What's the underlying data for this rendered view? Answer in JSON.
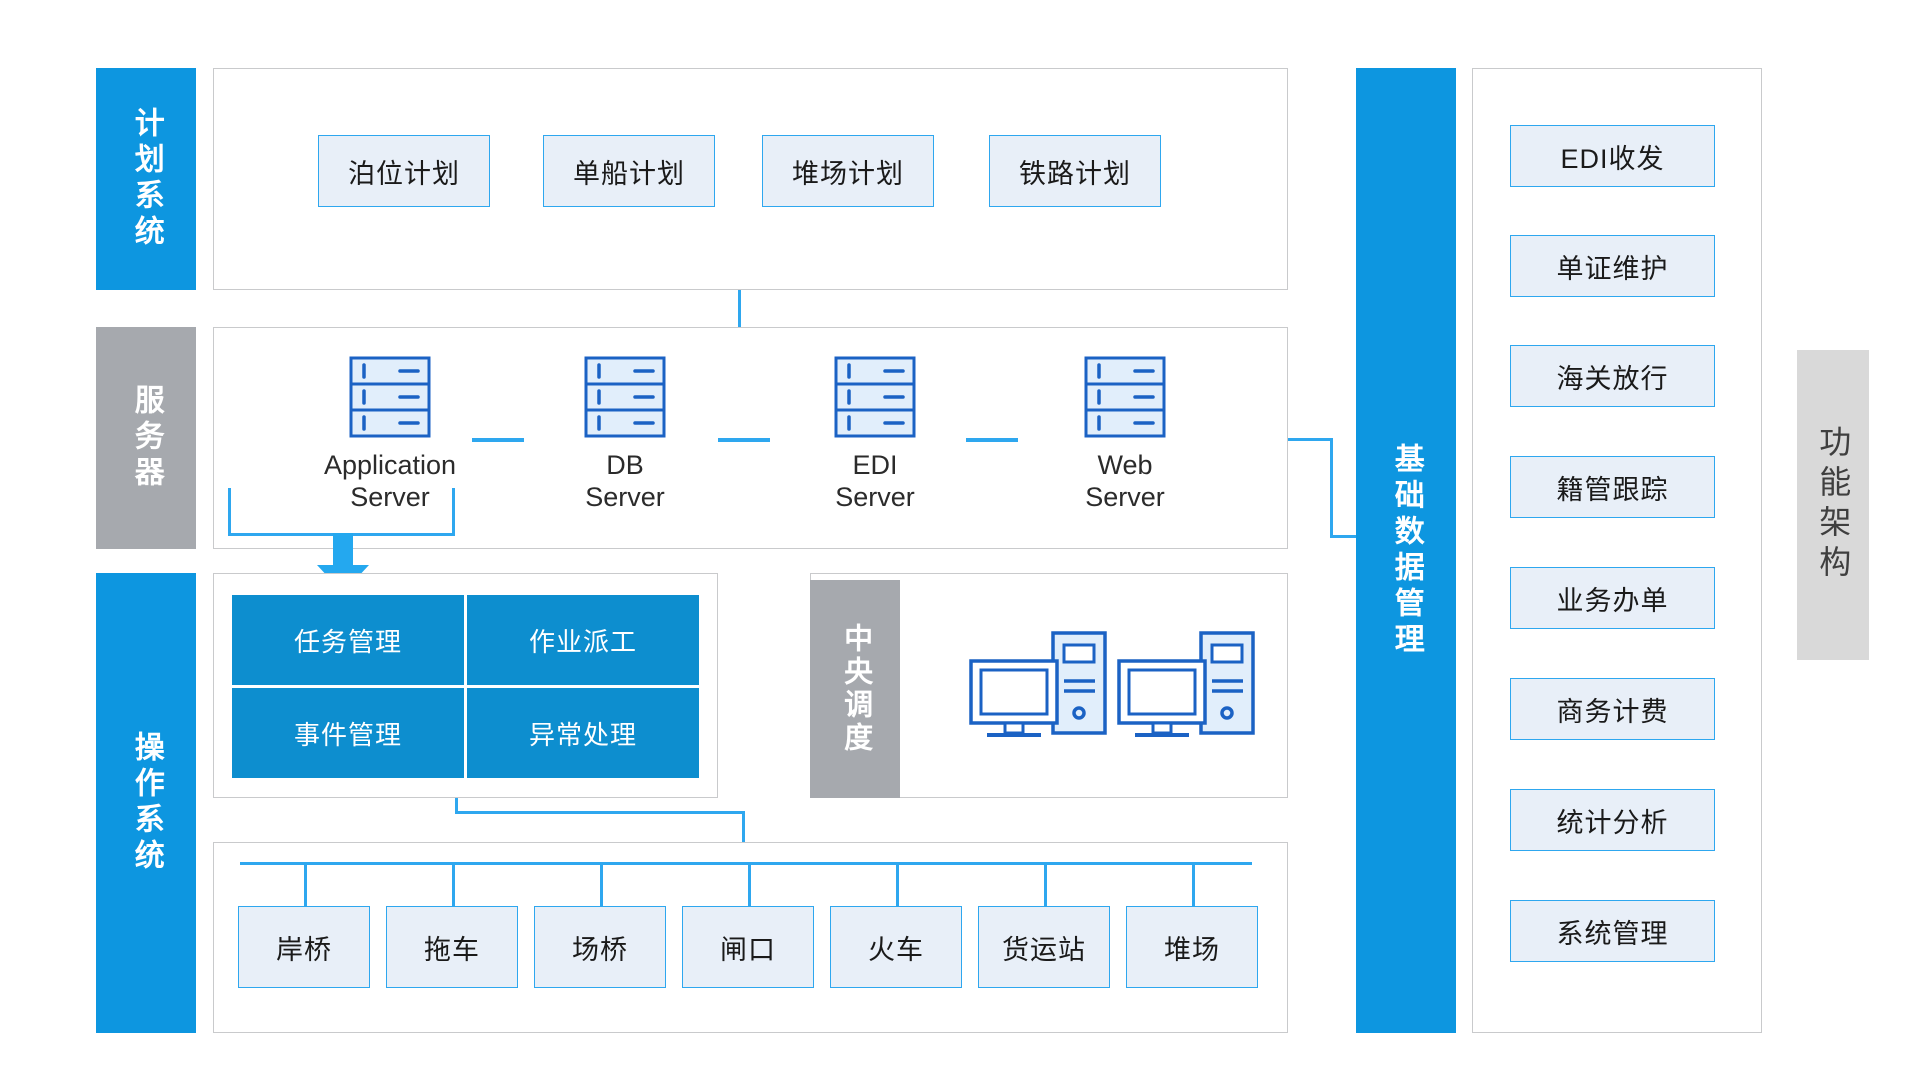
{
  "diagram": {
    "title_right": "功能架构",
    "colors": {
      "accent_blue": "#0d96e0",
      "box_blue_fill": "#0d8ecf",
      "light_box_fill": "#e8eff8",
      "light_box_border": "#2ea7ef",
      "gray_band": "#a6a9ae",
      "panel_border": "#c9cacc",
      "right_tag_fill": "#d9d9d9"
    },
    "layers": [
      {
        "id": "plan",
        "label": "计划系统",
        "band_color": "#0d96e0"
      },
      {
        "id": "server",
        "label": "服务器",
        "band_color": "#a6a9ae"
      },
      {
        "id": "ops",
        "label": "操作系统",
        "band_color": "#0d96e0"
      }
    ],
    "plan_items": [
      {
        "label": "泊位计划"
      },
      {
        "label": "单船计划"
      },
      {
        "label": "堆场计划"
      },
      {
        "label": "铁路计划"
      }
    ],
    "servers": [
      {
        "icon": "server-rack-icon",
        "line1": "Application",
        "line2": "Server"
      },
      {
        "icon": "server-rack-icon",
        "line1": "DB",
        "line2": "Server"
      },
      {
        "icon": "server-rack-icon",
        "line1": "EDI",
        "line2": "Server"
      },
      {
        "icon": "server-rack-icon",
        "line1": "Web",
        "line2": "Server"
      }
    ],
    "ops_modules": [
      {
        "label": "任务管理"
      },
      {
        "label": "作业派工"
      },
      {
        "label": "事件管理"
      },
      {
        "label": "异常处理"
      }
    ],
    "dispatch": {
      "tag_label": "中央调度",
      "workstations": [
        {
          "icon": "desktop-computer-icon"
        },
        {
          "icon": "desktop-computer-icon"
        }
      ]
    },
    "equipment": [
      {
        "label": "岸桥"
      },
      {
        "label": "拖车"
      },
      {
        "label": "场桥"
      },
      {
        "label": "闸口"
      },
      {
        "label": "火车"
      },
      {
        "label": "货运站"
      },
      {
        "label": "堆场"
      }
    ],
    "data_band": {
      "label": "基础数据管理"
    },
    "function_modules": [
      {
        "label": "EDI收发"
      },
      {
        "label": "单证维护"
      },
      {
        "label": "海关放行"
      },
      {
        "label": "籍管跟踪"
      },
      {
        "label": "业务办单"
      },
      {
        "label": "商务计费"
      },
      {
        "label": "统计分析"
      },
      {
        "label": "系统管理"
      }
    ]
  }
}
